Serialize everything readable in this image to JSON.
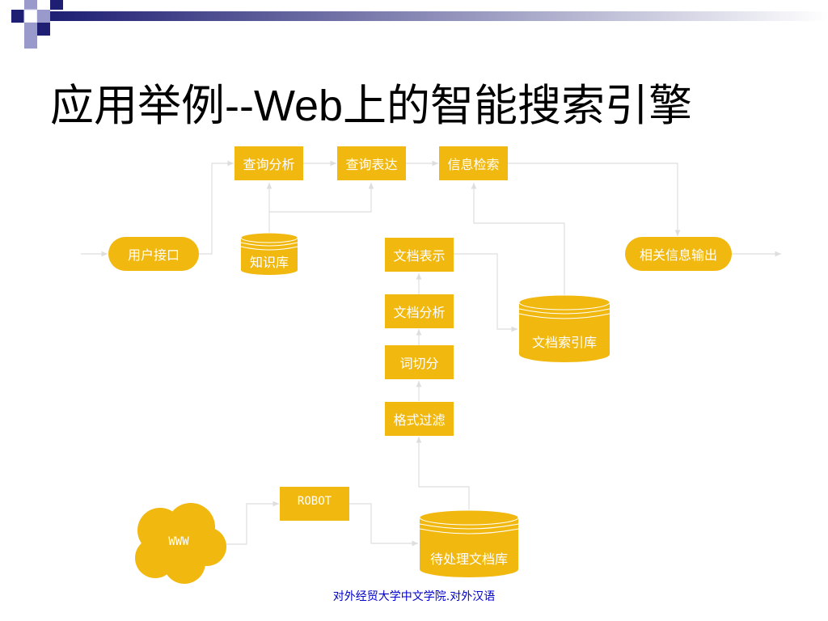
{
  "slide": {
    "title_cjk_prefix": "应用举例",
    "title_latin": "--Web",
    "title_cjk_suffix": "上的智能搜索引擎",
    "footer": "对外经贸大学中文学院.对外汉语"
  },
  "colors": {
    "node_fill": "#f1b80f",
    "node_text": "#ffffff",
    "connector": "#dedede",
    "deco_navy": "#1e1e73",
    "deco_lavender": "#9999cc",
    "footer_text": "#0000cc"
  },
  "nodes": {
    "query_analysis": "查询分析",
    "query_expression": "查询表达",
    "info_retrieval": "信息检索",
    "user_interface": "用户接口",
    "knowledge_base": "知识库",
    "doc_representation": "文档表示",
    "related_info_output": "相关信息输出",
    "doc_analysis": "文档分析",
    "doc_index_db": "文档索引库",
    "word_segmentation": "词切分",
    "format_filter": "格式过滤",
    "robot": "ROBOT",
    "www": "WWW",
    "pending_doc_db": "待处理文档库"
  }
}
